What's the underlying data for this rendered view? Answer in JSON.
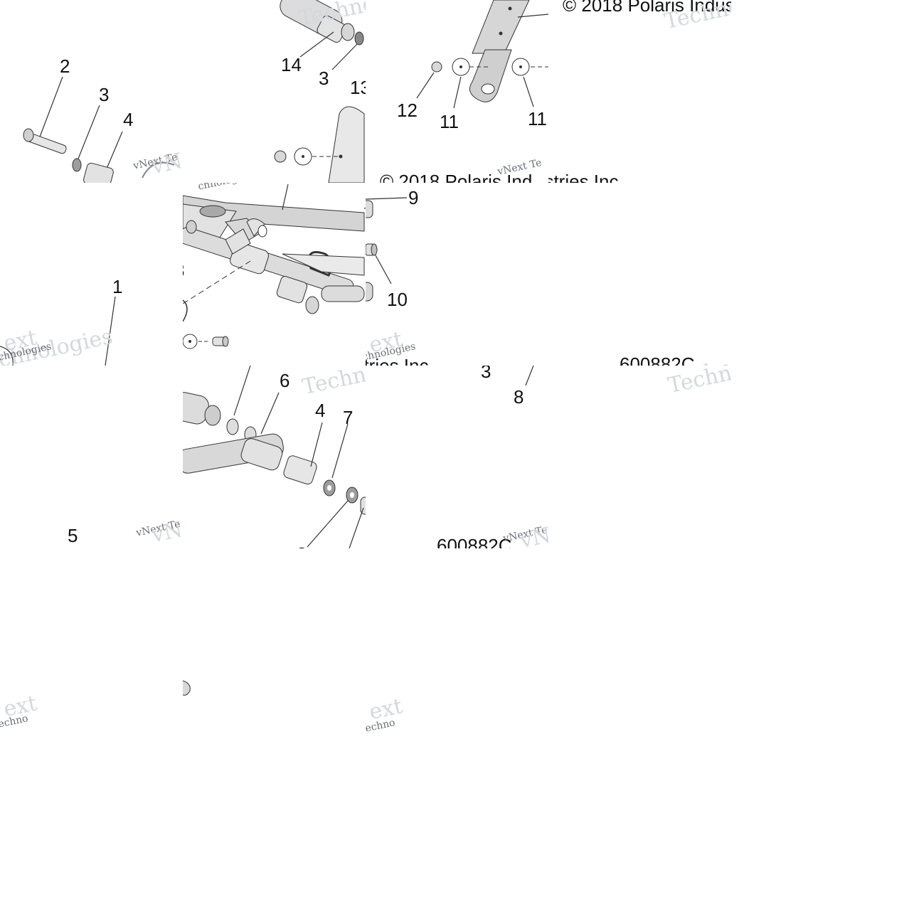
{
  "copyright": "© 2018 Polaris Industries Inc.",
  "copyright_partial_a": "© 2018 Polaris Ind",
  "copyright_partial_b": "ustries Inc.",
  "part_number": "600882C",
  "part_number_partial": "600882C",
  "watermark": {
    "brand": "vNext",
    "line1": "Technologies",
    "short": "vNext Te",
    "frag_a": "Techno",
    "frag_b": "ext",
    "frag_c": "echno",
    "frag_d": "chnologies"
  },
  "callouts": {
    "c2": "2",
    "c3a": "3",
    "c4a": "4",
    "c1": "1",
    "c5": "5",
    "c14": "14",
    "c3b": "3",
    "c13": "13",
    "c9": "9",
    "c10": "10",
    "c8a": "8",
    "c6": "6",
    "c4b": "4",
    "c7": "7",
    "c12": "12",
    "c11a": "11",
    "c11b": "11",
    "c3c": "3",
    "c8b": "8"
  },
  "colors": {
    "line": "#333333",
    "part_fill": "#dcdcdc",
    "part_shade": "#a9a9a9",
    "watermark": "#cfd3d9"
  }
}
